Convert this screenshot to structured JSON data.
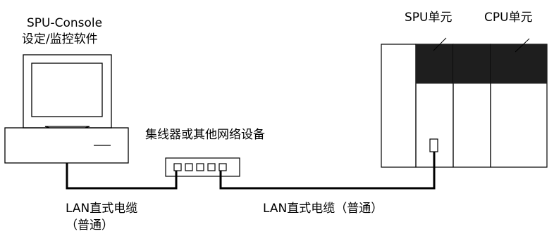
{
  "labels": {
    "software_name": "SPU-Console",
    "software_desc": "设定/监控软件",
    "hub": "集线器或其他网络设备",
    "spu_unit": "SPU单元",
    "cpu_unit": "CPU单元",
    "cable_left_line1": "LAN直式电缆",
    "cable_left_line2": "（普通）",
    "cable_right": "LAN直式电缆（普通）"
  },
  "colors": {
    "line": "#000000",
    "plc_panel": "#1e1e1e",
    "background": "#ffffff"
  }
}
